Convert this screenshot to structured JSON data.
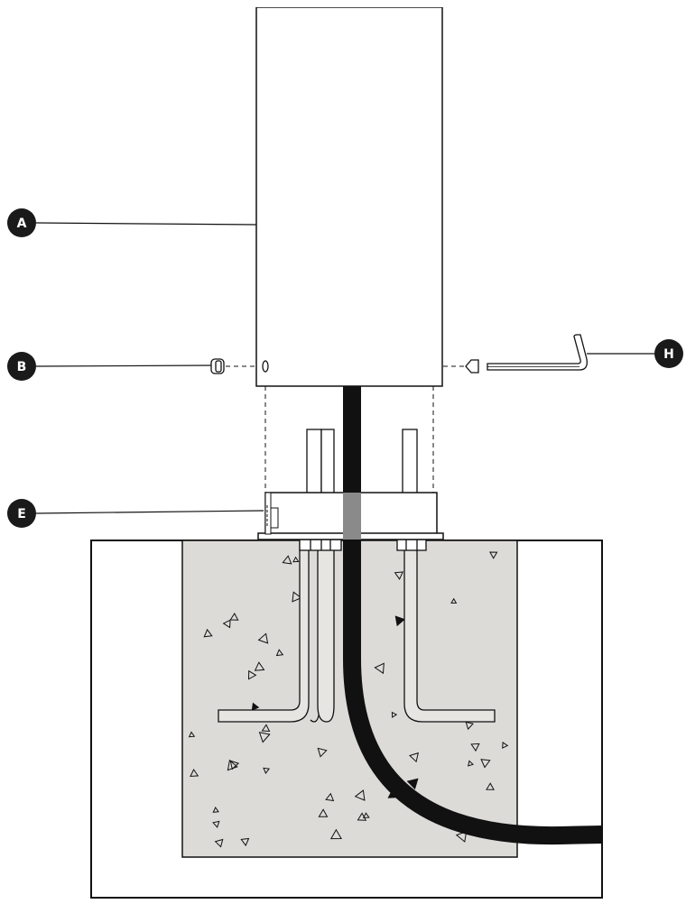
{
  "diagram": {
    "callouts": [
      {
        "id": "a",
        "label": "A"
      },
      {
        "id": "b",
        "label": "B"
      },
      {
        "id": "e",
        "label": "E"
      },
      {
        "id": "h",
        "label": "H"
      }
    ],
    "colors": {
      "line": "#111111",
      "concrete": "#dcdbd8",
      "conduit": "#111111",
      "conduit_through_base": "#8a8a8a",
      "callout_fill": "#1a1a1a",
      "callout_text": "#ffffff"
    }
  }
}
